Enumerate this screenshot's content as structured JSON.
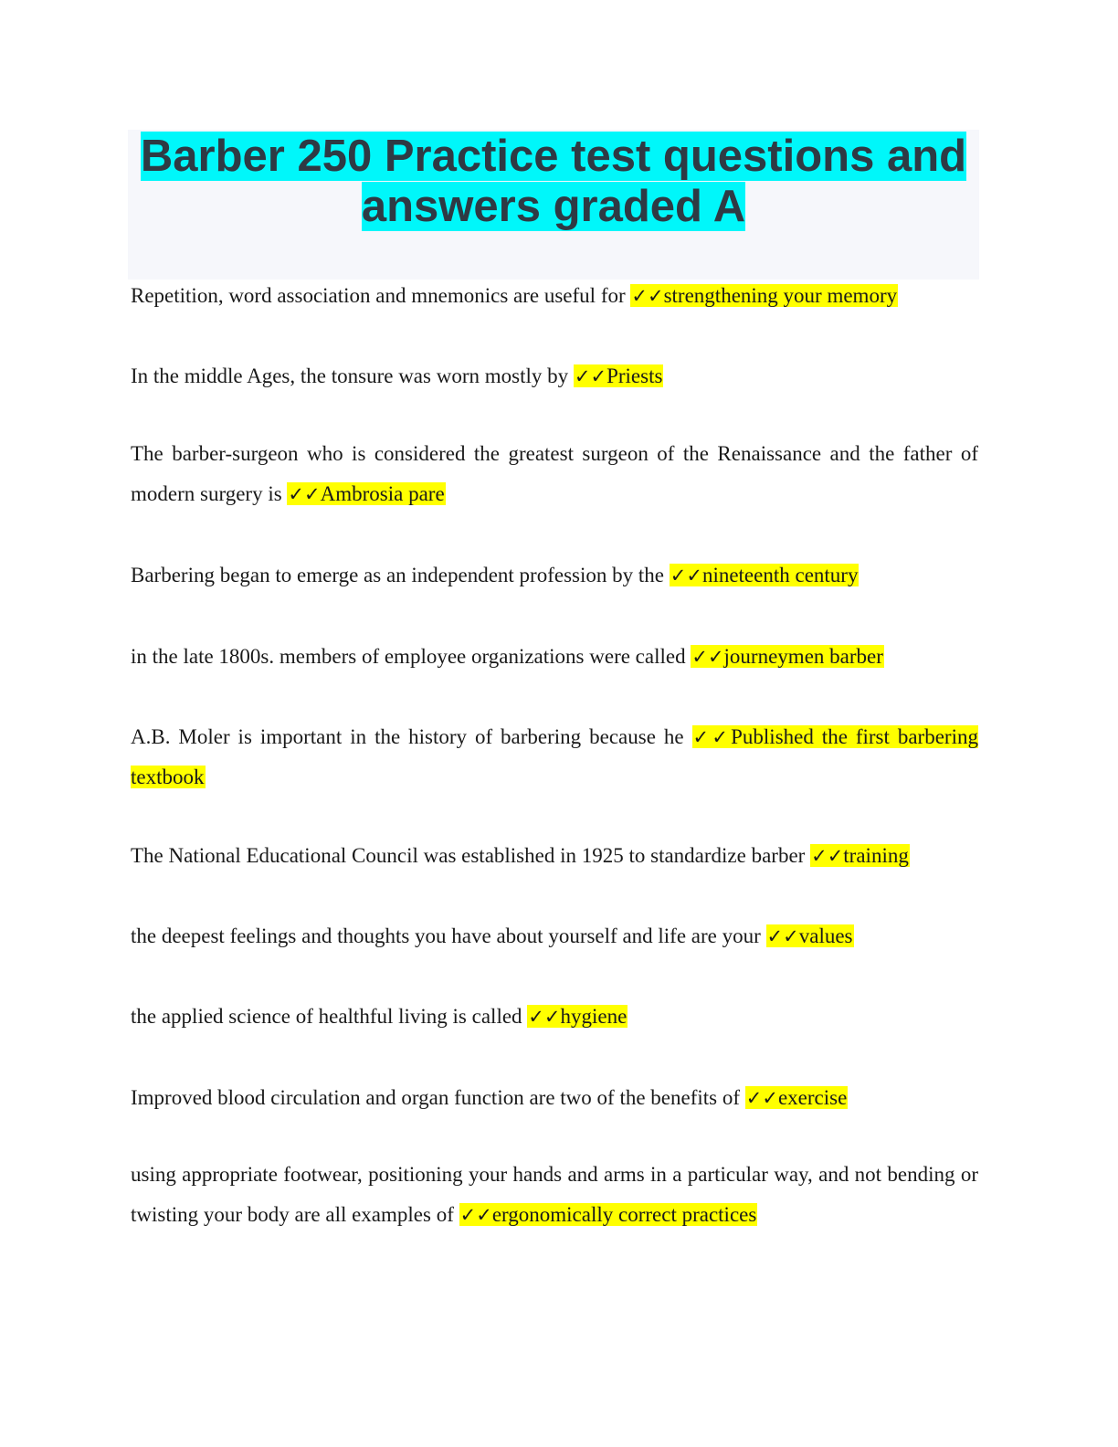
{
  "document": {
    "title_line1": "Barber 250 Practice test questions and",
    "title_line2": "answers graded A",
    "check_mark": "✓✓",
    "colors": {
      "title_highlight": "#00f7fa",
      "answer_highlight": "#ffff00",
      "title_text": "#2e3a44",
      "title_panel": "#f6f7fb"
    },
    "items": [
      {
        "question": "Repetition, word association and mnemonics are useful for ",
        "answer": "strengthening your memory"
      },
      {
        "question": "In the middle Ages, the tonsure was worn mostly by ",
        "answer": "Priests"
      },
      {
        "question": "The barber-surgeon who is considered the greatest surgeon of the Renaissance and the father of modern surgery is ",
        "answer": "Ambrosia pare"
      },
      {
        "question": "Barbering began to emerge as an independent profession by the ",
        "answer": "nineteenth century"
      },
      {
        "question": "in the late 1800s. members of employee organizations were called ",
        "answer": "journeymen barber"
      },
      {
        "question": "A.B. Moler is important in the history of barbering because he ",
        "answer": "Published the first barbering textbook"
      },
      {
        "question": "The National Educational Council was established in 1925 to standardize barber ",
        "answer": "training"
      },
      {
        "question": "the deepest feelings and thoughts you have about yourself and life are your ",
        "answer": "values"
      },
      {
        "question": "the applied science of healthful living is called ",
        "answer": "hygiene"
      },
      {
        "question": "Improved blood circulation and organ function are two of the benefits of ",
        "answer": "exercise"
      },
      {
        "question": "using appropriate footwear, positioning your hands and arms in a particular way, and not bending or twisting your body are all examples of ",
        "answer": "ergonomically correct practices"
      }
    ]
  }
}
